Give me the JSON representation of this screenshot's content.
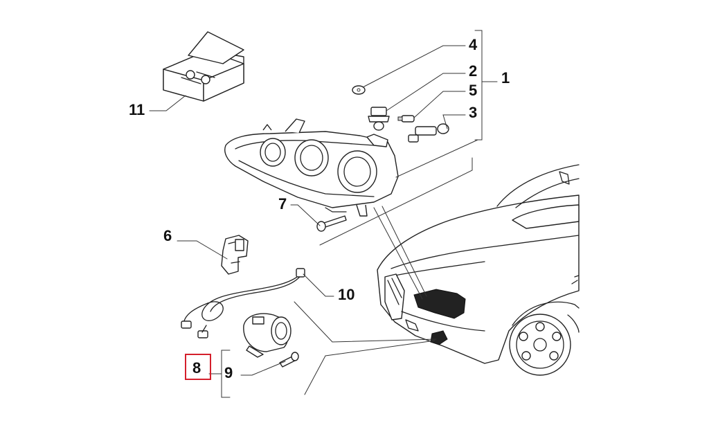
{
  "diagram": {
    "highlight_color": "#d41f2b",
    "highlighted_callout": "8",
    "callouts": [
      {
        "id": "c1",
        "label": "1"
      },
      {
        "id": "c2",
        "label": "2"
      },
      {
        "id": "c3",
        "label": "3"
      },
      {
        "id": "c4",
        "label": "4"
      },
      {
        "id": "c5",
        "label": "5"
      },
      {
        "id": "c6",
        "label": "6"
      },
      {
        "id": "c7",
        "label": "7"
      },
      {
        "id": "c8",
        "label": "8"
      },
      {
        "id": "c9",
        "label": "9"
      },
      {
        "id": "c10",
        "label": "10"
      },
      {
        "id": "c11",
        "label": "11"
      }
    ]
  }
}
